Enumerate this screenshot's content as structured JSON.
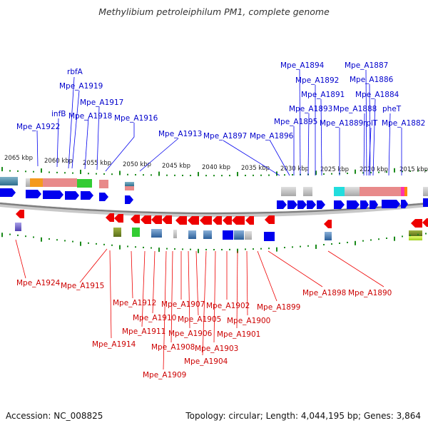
{
  "title": "Methylibium petroleiphilum PM1, complete genome",
  "footer": {
    "accession": "Accession: NC_008825",
    "summary": "Topology: circular; Length: 4,044,195 bp; Genes: 3,864"
  },
  "colors": {
    "forward_gene": "#0000ee",
    "reverse_gene": "#ee0000",
    "tick": "#1a8a1a",
    "backbone": "#888888",
    "forward_label": "#0000cc",
    "reverse_label": "#cc0000"
  },
  "scale_labels": [
    "2065 kbp",
    "2060 kbp",
    "2055 kbp",
    "2050 kbp",
    "2045 kbp",
    "2040 kbp",
    "2035 kbp",
    "2030 kbp",
    "2025 kbp",
    "2020 kbp",
    "2015 kbp"
  ],
  "forward_labels": [
    "Mpe_A1922",
    "infB",
    "rbfA",
    "Mpe_A1919",
    "Mpe_A1918",
    "Mpe_A1917",
    "Mpe_A1916",
    "Mpe_A1913",
    "Mpe_A1897",
    "Mpe_A1896",
    "Mpe_A1895",
    "Mpe_A1894",
    "Mpe_A1893",
    "Mpe_A1892",
    "Mpe_A1891",
    "Mpe_A1889",
    "Mpe_A1888",
    "Mpe_A1887",
    "Mpe_A1886",
    "Mpe_A1884",
    "rplT",
    "pheT",
    "Mpe_A1882"
  ],
  "reverse_labels": [
    "Mpe_A1924",
    "Mpe_A1915",
    "Mpe_A1914",
    "Mpe_A1912",
    "Mpe_A1911",
    "Mpe_A1910",
    "Mpe_A1909",
    "Mpe_A1908",
    "Mpe_A1907",
    "Mpe_A1906",
    "Mpe_A1905",
    "Mpe_A1904",
    "Mpe_A1903",
    "Mpe_A1902",
    "Mpe_A1901",
    "Mpe_A1900",
    "Mpe_A1899",
    "Mpe_A1898",
    "Mpe_A1890"
  ]
}
